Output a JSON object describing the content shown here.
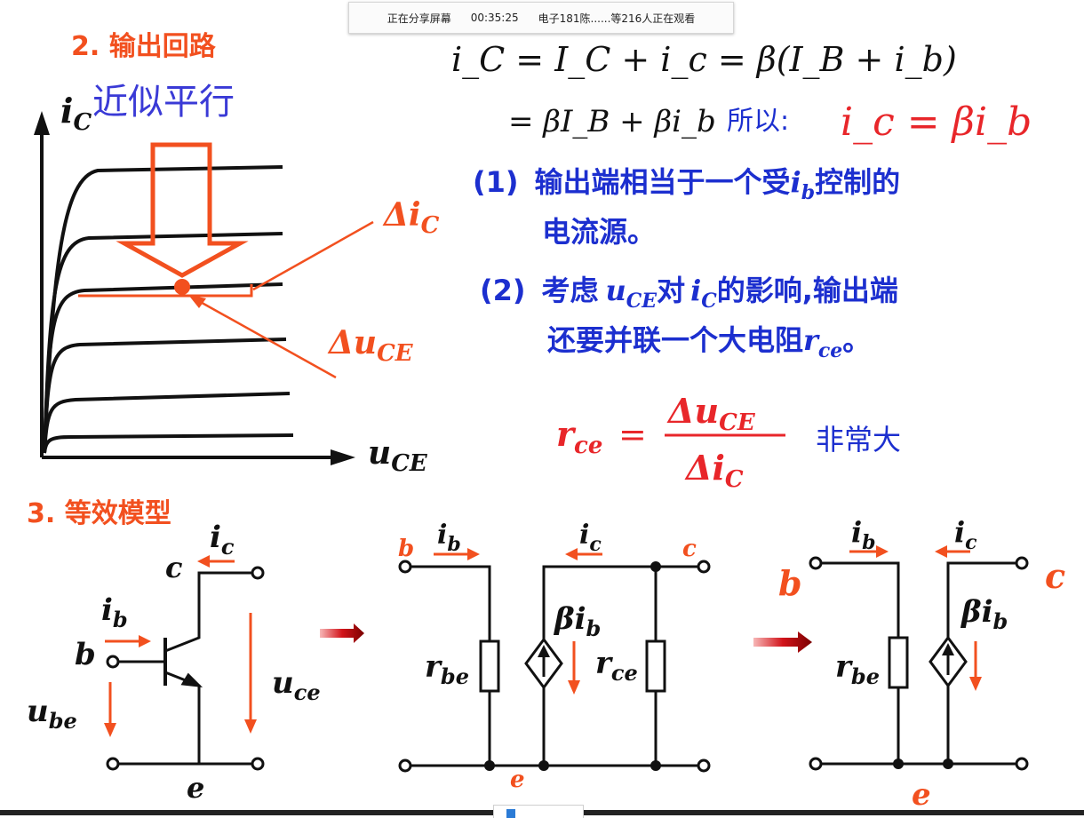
{
  "share_bar": {
    "status": "正在分享屏幕",
    "elapsed": "00:35:25",
    "viewers": "电子181陈......等216人正在观看"
  },
  "section2": {
    "title": "2. 输出回路"
  },
  "graph": {
    "annotation": "近似平行",
    "y_axis_label": "i",
    "y_axis_sub": "C",
    "x_axis_label": "u",
    "x_axis_sub": "CE",
    "delta_ic": "Δi",
    "delta_ic_sub": "C",
    "delta_uce": "Δu",
    "delta_uce_sub": "CE"
  },
  "equations": {
    "line1": "i_C = I_C + i_c = β(I_B + i_b)",
    "line2": "= βI_B + βi_b",
    "so": "所以:",
    "result": "i_c = βi_b"
  },
  "notes": {
    "p1_num": "(1)",
    "p1_a": "输出端相当于一个受",
    "p1_var": "i",
    "p1_var_sub": "b",
    "p1_b": "控制的",
    "p1_c": "电流源。",
    "p2_num": "(2)",
    "p2_a": "考虑",
    "p2_var1": "u",
    "p2_var1_sub": "CE",
    "p2_b": "对",
    "p2_var2": "i",
    "p2_var2_sub": "C",
    "p2_c": "的影响,输出端",
    "p2_d": "还要并联一个大电阻",
    "p2_var3": "r",
    "p2_var3_sub": "ce",
    "p2_e": "。"
  },
  "rce_formula": {
    "lhs": "r",
    "lhs_sub": "ce",
    "eq": "=",
    "num": "Δu",
    "num_sub": "CE",
    "den": "Δi",
    "den_sub": "C",
    "comment": "非常大"
  },
  "section3": {
    "title": "3. 等效模型"
  },
  "circuit1": {
    "ic": "i",
    "ic_sub": "c",
    "c": "c",
    "ib": "i",
    "ib_sub": "b",
    "b": "b",
    "ube": "u",
    "ube_sub": "be",
    "uce": "u",
    "uce_sub": "ce",
    "e": "e"
  },
  "circuit2": {
    "b": "b",
    "ib": "i",
    "ib_sub": "b",
    "ic": "i",
    "ic_sub": "c",
    "c": "c",
    "beta_ib": "βi",
    "beta_ib_sub": "b",
    "rbe": "r",
    "rbe_sub": "be",
    "rce": "r",
    "rce_sub": "ce",
    "e": "e"
  },
  "circuit3": {
    "ib": "i",
    "ib_sub": "b",
    "ic": "i",
    "ic_sub": "c",
    "b": "b",
    "c": "c",
    "beta_ib": "βi",
    "beta_ib_sub": "b",
    "rbe": "r",
    "rbe_sub": "be",
    "e": "e"
  },
  "colors": {
    "orange": "#f2501f",
    "red": "#e8262a",
    "blue": "#1c2fcf",
    "black": "#111111"
  }
}
